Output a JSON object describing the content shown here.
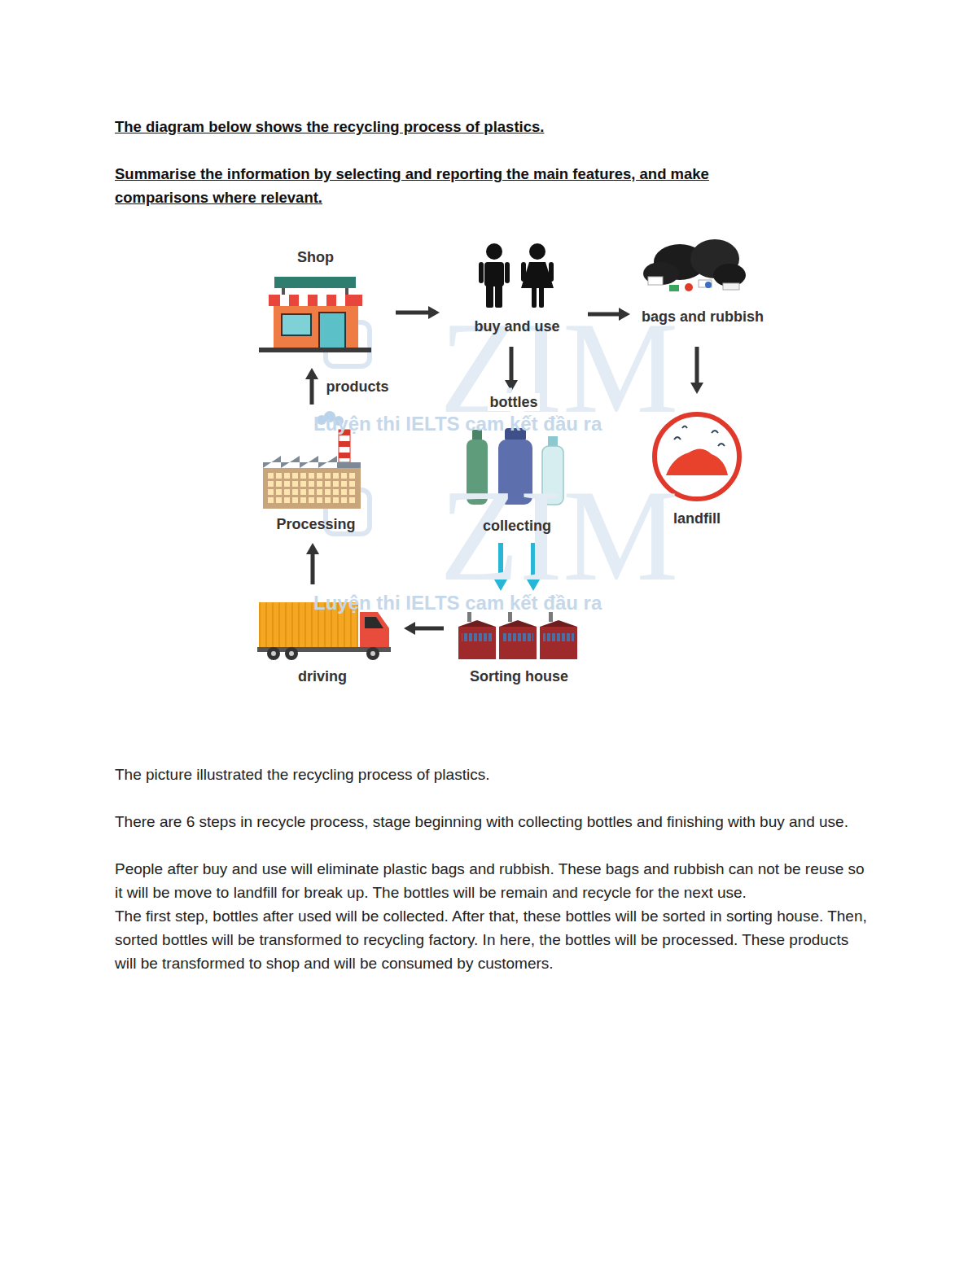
{
  "diagram": {
    "title": "The diagram below shows the recycling process of plastics.",
    "nodes": [
      {
        "text": [
          "Shop"
        ]
      },
      {
        "text": [
          "buy and use"
        ]
      },
      {
        "text": [
          "bags and rubbish"
        ]
      },
      {
        "text": [
          "Processing"
        ]
      },
      {
        "text": [
          "collecting"
        ]
      },
      {
        "text": [
          "landfill"
        ]
      },
      {
        "text": [
          "driving"
        ]
      },
      {
        "text": [
          "Sorting house"
        ]
      }
    ],
    "edges": [
      {
        "from": 0,
        "to": 1,
        "arrow": "to"
      },
      {
        "from": 1,
        "to": 2,
        "arrow": "to"
      },
      {
        "from": 2,
        "to": 5,
        "arrow": "to"
      },
      {
        "from": 1,
        "to": 4,
        "label": "bottles",
        "arrow": "to"
      },
      {
        "from": 4,
        "to": 7,
        "arrow": "to"
      },
      {
        "from": 7,
        "to": 6,
        "arrow": "to"
      },
      {
        "from": 6,
        "to": 3,
        "arrow": "to"
      },
      {
        "from": 3,
        "to": 0,
        "label": "products",
        "arrow": "to"
      }
    ],
    "labels": [
      "Summarise the information by selecting and reporting the main features, and make comparisons where relevant.",
      "ZIM",
      "Luyện thi IELTS cam kết đầu ra",
      "ZIM",
      "Luyện thi IELTS cam kết đầu ra",
      "The picture illustrated the recycling process of plastics.",
      "There are 6 steps in recycle process, stage beginning with collecting bottles and finishing with buy and use.",
      "People after buy and use will eliminate plastic bags and rubbish. These bags and rubbish can not be reuse so it will be move to landfill for break up. The bottles will be remain and recycle for the next use.",
      "The first step, bottles after used will be collected. After that, these bottles will be sorted in sorting house. Then, sorted bottles will be transformed to recycling factory. In here, the bottles will be processed. These products will be transformed to shop and will be consumed by customers."
    ]
  }
}
